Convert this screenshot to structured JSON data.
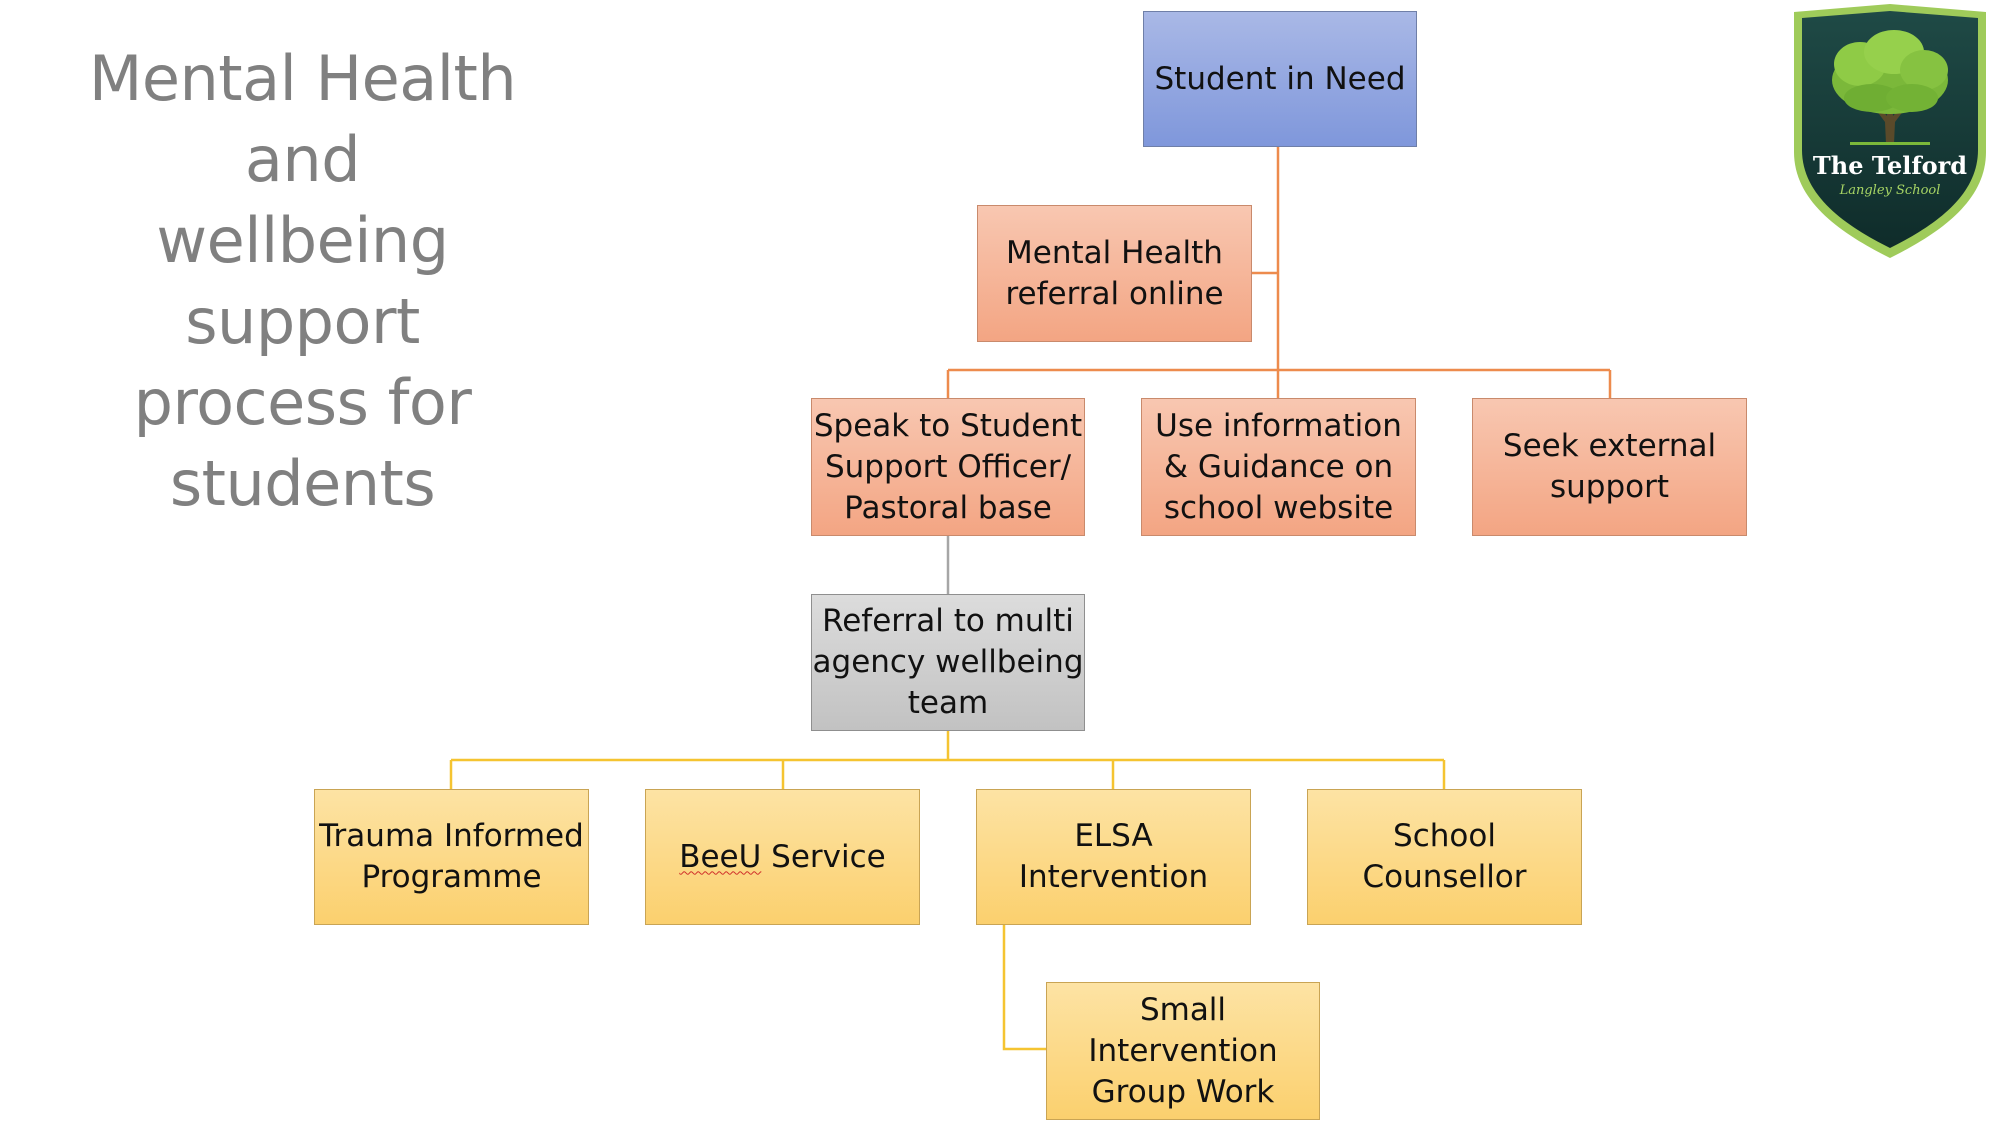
{
  "title_lines": [
    "Mental Health and",
    "wellbeing support",
    "process for",
    "students"
  ],
  "nodes": {
    "student_in_need": "Student in Need",
    "mental_health_referral": [
      "Mental Health",
      "referral online"
    ],
    "speak_to_officer": [
      "Speak to Student",
      "Support Officer/",
      "Pastoral base"
    ],
    "use_information": [
      "Use information",
      "& Guidance on",
      "school website"
    ],
    "seek_external": [
      "Seek external",
      "support"
    ],
    "referral_multi_agency": [
      "Referral to multi",
      "agency wellbeing",
      "team"
    ],
    "trauma_informed": [
      "Trauma Informed",
      "Programme"
    ],
    "beeu_service": "BeeU Service",
    "elsa_intervention": [
      "ELSA",
      "Intervention"
    ],
    "school_counsellor": [
      "School",
      "Counsellor"
    ],
    "small_group": [
      "Small",
      "Intervention",
      "Group Work"
    ]
  },
  "logo": {
    "name": "The Telford",
    "subtitle": "Langley School"
  },
  "colors": {
    "top_node": "#8ea2de",
    "orange_nodes": "#f4ad8c",
    "grey_node": "#c8c8c8",
    "yellow_nodes": "#fcd67f",
    "orange_lines": "#ed8b4d",
    "yellow_lines": "#f5c431",
    "grey_lines": "#a6a6a6"
  }
}
